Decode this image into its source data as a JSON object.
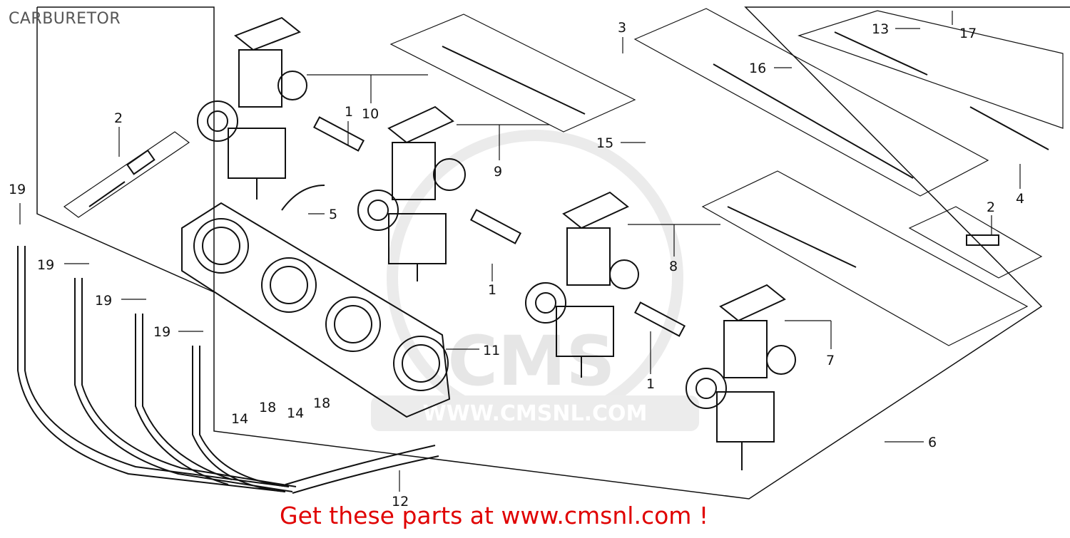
{
  "header": {
    "title": "CARBURETOR"
  },
  "footer": {
    "cta_text": "Get these parts at www.cmsnl.com !"
  },
  "watermark": {
    "brand": "CMS",
    "url": "WWW.CMSNL.COM"
  },
  "callouts": {
    "c1a": "1",
    "c1b": "1",
    "c1c": "1",
    "c2a": "2",
    "c2b": "2",
    "c3": "3",
    "c4": "4",
    "c5": "5",
    "c6": "6",
    "c7": "7",
    "c8": "8",
    "c9": "9",
    "c10": "10",
    "c11": "11",
    "c12": "12",
    "c13": "13",
    "c14a": "14",
    "c14b": "14",
    "c15": "15",
    "c16": "16",
    "c17": "17",
    "c18a": "18",
    "c18b": "18",
    "c19a": "19",
    "c19b": "19",
    "c19c": "19",
    "c19d": "19"
  },
  "colors": {
    "line": "#111111",
    "cta": "#e00000",
    "watermark": "#e6e6e6"
  }
}
